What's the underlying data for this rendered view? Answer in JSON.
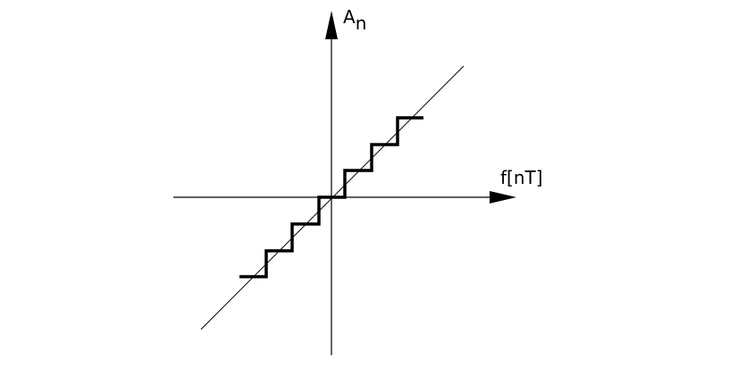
{
  "diagram": {
    "y_axis_label": "A",
    "y_axis_label_subscript": "n",
    "x_axis_label": "f[nT]",
    "icon": "quantizer-staircase-transfer-characteristic"
  }
}
